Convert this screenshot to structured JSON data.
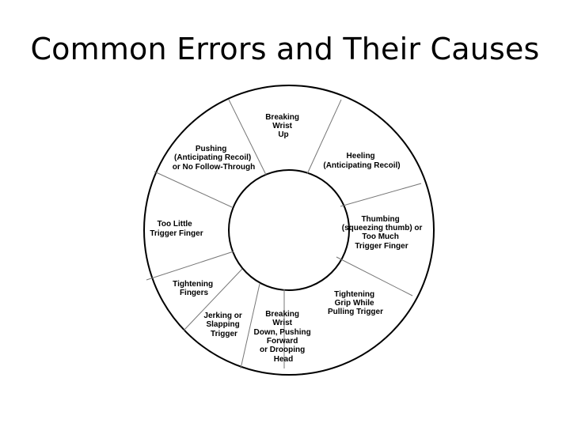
{
  "slide": {
    "title": "Common Errors and Their Causes"
  },
  "diagram": {
    "type": "error-wheel",
    "line_color": "#000000",
    "divider_color": "#777777",
    "segments": [
      {
        "id": "breaking-wrist-up",
        "lines": [
          "Breaking",
          "Wrist",
          "Up"
        ]
      },
      {
        "id": "heeling",
        "lines": [
          "Heeling",
          "(Anticipating Recoil)"
        ]
      },
      {
        "id": "thumbing",
        "lines": [
          "Thumbing",
          "(squeezing thumb) or",
          "Too Much",
          "Trigger Finger"
        ]
      },
      {
        "id": "tightening-grip",
        "lines": [
          "Tightening",
          "Grip While",
          "Pulling Trigger"
        ]
      },
      {
        "id": "breaking-wrist-down",
        "lines": [
          "Breaking",
          "Wrist",
          "Down, Pushing",
          "Forward",
          "or Drooping",
          "Head"
        ]
      },
      {
        "id": "jerking",
        "lines": [
          "Jerking or",
          "Slapping",
          "Trigger"
        ]
      },
      {
        "id": "tightening-fingers",
        "lines": [
          "Tightening",
          "Fingers"
        ]
      },
      {
        "id": "too-little-trigger",
        "lines": [
          "Too Little",
          "Trigger Finger"
        ]
      },
      {
        "id": "pushing",
        "lines": [
          "Pushing",
          "(Anticipating Recoil)",
          "or No Follow-Through"
        ]
      }
    ]
  }
}
